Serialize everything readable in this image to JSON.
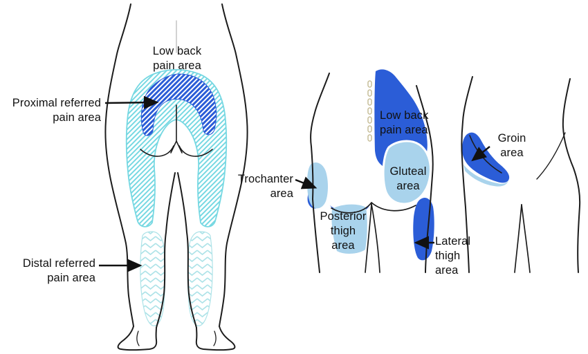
{
  "colors": {
    "dark_blue": "#2b5dd7",
    "light_blue": "#a9d3ec",
    "cyan": "#76d8e2",
    "chevron": "#aee3e8",
    "outline": "#1c1c1c",
    "spine_dash": "#c6bd97",
    "arrow": "#111111"
  },
  "labels": {
    "left_low_back": "Low back\npain area",
    "proximal": "Proximal referred\npain area",
    "distal": "Distal referred\npain area",
    "mid_low_back": "Low back\npain area",
    "gluteal": "Gluteal\narea",
    "trochanter": "Trochanter\narea",
    "posterior_thigh": "Posterior\nthigh\narea",
    "lateral_thigh": "Lateral\nthigh\narea",
    "groin": "Groin\narea"
  }
}
